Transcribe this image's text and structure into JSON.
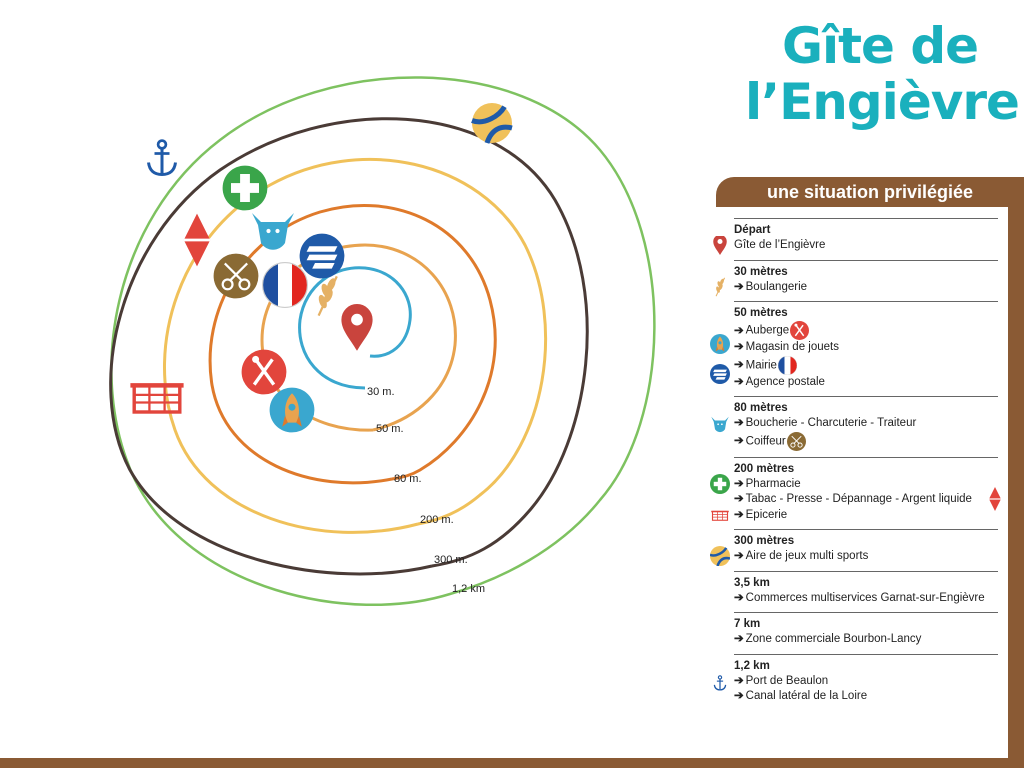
{
  "title": {
    "line1": "Gîte de",
    "line2": "l’Engièvre"
  },
  "banner": "une situation privilégiée",
  "colors": {
    "teal": "#1ab0bd",
    "brown": "#8a5a34",
    "green_ring": "#7ec260",
    "dark_ring": "#4a3b36",
    "yellow_ring": "#f0c15a",
    "orange_ring": "#e8a34f",
    "darkorange_ring": "#df7a2b",
    "blue_ring": "#3aa7cf"
  },
  "rings": [
    {
      "label": "30 m.",
      "color": "#3aa7cf"
    },
    {
      "label": "50 m.",
      "color": "#e8a34f"
    },
    {
      "label": "80 m.",
      "color": "#df7a2b"
    },
    {
      "label": "200 m.",
      "color": "#f0c15a"
    },
    {
      "label": "300 m.",
      "color": "#4a3b36"
    },
    {
      "label": "1,2 km",
      "color": "#7ec260"
    }
  ],
  "map_icons": [
    "map-pin-icon",
    "wheat-icon",
    "french-flag-icon",
    "postal-icon",
    "scissors-icon",
    "cow-icon",
    "cross-icon",
    "diamond-icon",
    "anchor-icon",
    "ball-icon",
    "basket-icon",
    "restaurant-icon",
    "rocket-icon"
  ],
  "legend": {
    "s0": {
      "title": "Départ",
      "l1": "Gîte de l’Engièvre"
    },
    "s1": {
      "title": "30 mètres",
      "l1": "Boulangerie"
    },
    "s2": {
      "title": "50 mètres",
      "l1": "Auberge",
      "l2": "Magasin de jouets",
      "l3": "Mairie",
      "l4": "Agence postale"
    },
    "s3": {
      "title": "80 mètres",
      "l1": "Boucherie - Charcuterie - Traiteur",
      "l2": "Coiffeur"
    },
    "s4": {
      "title": "200 mètres",
      "l1": "Pharmacie",
      "l2": "Tabac - Presse - Dépannage - Argent liquide",
      "l3": "Epicerie"
    },
    "s5": {
      "title": "300 mètres",
      "l1": "Aire de jeux multi sports"
    },
    "s6": {
      "title": "3,5 km",
      "l1": "Commerces multiservices Garnat-sur-Engièvre"
    },
    "s7": {
      "title": "7 km",
      "l1": "Zone commerciale Bourbon-Lancy"
    },
    "s8": {
      "title": "1,2 km",
      "l1": "Port de Beaulon",
      "l2": "Canal latéral de la Loire"
    }
  }
}
